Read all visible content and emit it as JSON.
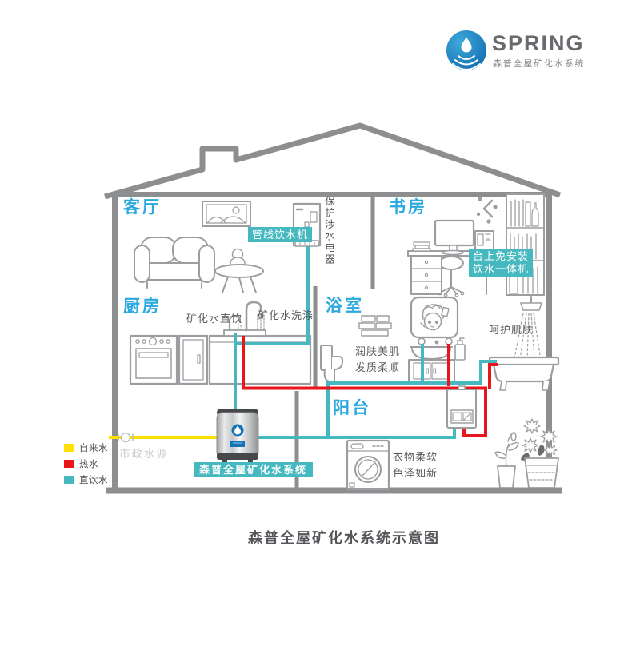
{
  "logo": {
    "brand": "SPRING",
    "subtitle": "森普全屋矿化水系统"
  },
  "rooms": {
    "living": {
      "name": "客厅"
    },
    "study": {
      "name": "书房"
    },
    "kitchen": {
      "name": "厨房"
    },
    "bathroom": {
      "name": "浴室"
    },
    "balcony": {
      "name": "阳台"
    }
  },
  "labels": {
    "pipeline_dispenser": "管线饮水机",
    "protect_appliances": "保护涉水电器",
    "countertop_line1": "台上免安装",
    "countertop_line2": "饮水一体机",
    "kitchen_drink": "矿化水直饮",
    "kitchen_wash": "矿化水洗涤",
    "bath_note1": "润肤美肌",
    "bath_note2": "发质柔顺",
    "shower_note": "呵护肌肤",
    "laundry_note1": "衣物柔软",
    "laundry_note2": "色泽如新",
    "municipal_source": "市政水源",
    "tank": "森普全屋矿化水系统"
  },
  "legend": {
    "items": [
      {
        "label": "自来水",
        "color": "#ffe100"
      },
      {
        "label": "热水",
        "color": "#e8151d"
      },
      {
        "label": "直饮水",
        "color": "#45b9bf"
      }
    ]
  },
  "caption": "森普全屋矿化水系统示意图",
  "colors": {
    "accent_blue": "#2aa8df",
    "pipe_teal": "#45b9bf",
    "pipe_red": "#e8151d",
    "pipe_yellow": "#ffe100",
    "wall_gray": "#8c8e90",
    "line_gray": "#9b9da0",
    "text_gray": "#595a5c",
    "logo_blue": "#1273b7"
  }
}
